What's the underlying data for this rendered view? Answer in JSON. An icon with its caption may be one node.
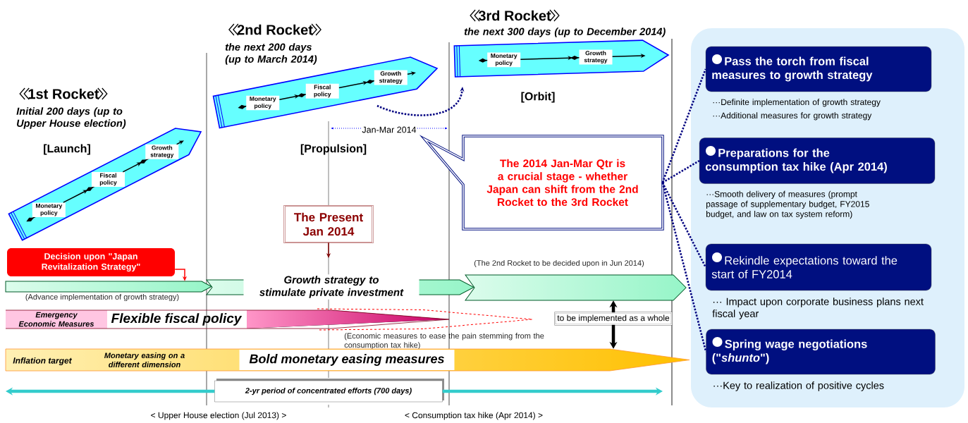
{
  "diagram": {
    "nodes": [
      {
        "text": [],
        "shape": "arrow"
      },
      {
        "text": [
          "Monetary policy"
        ],
        "in": 0
      },
      {
        "text": [
          "Fiscal policy"
        ],
        "in": 0
      },
      {
        "text": [
          "Growth strategy"
        ],
        "in": 0
      },
      {
        "text": [],
        "shape": "arrow"
      },
      {
        "text": [
          "Monetary policy"
        ],
        "in": 4
      },
      {
        "text": [
          "Fiscal policy"
        ],
        "in": 4
      },
      {
        "text": [
          "Growth strategy"
        ],
        "in": 4
      },
      {
        "text": [],
        "shape": "arrow"
      },
      {
        "text": [
          "Monetary policy"
        ],
        "in": 8
      },
      {
        "text": [
          "Growth strategy"
        ],
        "in": 8
      },
      {
        "text": [
          "The Present Jan 2014"
        ]
      },
      {
        "text": [
          "The 2014 Jan-Mar Qtr is a crucial stage - whether Japan can shift from the 2nd Rocket to the 3rd Rocket"
        ]
      },
      {
        "text": [
          "Decision upon \"Japan Revitalization Strategy\""
        ]
      },
      {
        "text": [],
        "shape": "arrow",
        "beside": [
          "(Advance implementation of growth strategy)"
        ]
      },
      {
        "text": [
          "Growth strategy to stimulate private investment"
        ]
      },
      {
        "text": [],
        "shape": "chevron",
        "beside": [
          "(The 2nd Rocket to be decided upon in Jun 2014)"
        ]
      },
      {
        "text": [
          "Emergency Economic Measures",
          "Flexible fiscal policy"
        ]
      },
      {
        "text": [],
        "shape": "triangle",
        "beside": [
          "(Economic measures to ease the pain stemming from the consumption tax hike)"
        ]
      },
      {
        "text": [
          "to be implemented as a whole"
        ]
      },
      {
        "text": [
          "Inflation target",
          "Monetary easing on a different dimension",
          "Bold monetary easing measures"
        ]
      },
      {
        "text": [
          "2-yr period of concentrated efforts (700 days)"
        ]
      },
      {
        "text": [],
        "shape": "box"
      },
      {
        "text": [
          "Pass the torch from fiscal measures to growth strategy"
        ],
        "in": 22,
        "beside": [
          "···Definite implementation of growth strategy",
          "···Additional measures for growth strategy"
        ]
      },
      {
        "text": [
          "Preparations for the consumption tax hike (Apr 2014)"
        ],
        "in": 22,
        "beside": [
          "···Smooth delivery of measures (prompt passage of supplementary budget, FY2015 budget, and law on tax system reform)"
        ]
      },
      {
        "text": [
          "Rekindle expectations toward the start of FY2014"
        ],
        "in": 22,
        "beside": [
          "··· Impact upon corporate business plans next fiscal year"
        ]
      },
      {
        "text": [
          "Spring wage negotiations (\"*shunto*\")"
        ],
        "in": 22,
        "beside": [
          "···Key to realization of positive cycles"
        ]
      }
    ],
    "edges": [
      {
        "from": 1,
        "to": 2,
        "arrow": "to"
      },
      {
        "from": 2,
        "to": 3,
        "arrow": "to"
      },
      {
        "from": 3,
        "to": null,
        "arrow": "to"
      },
      {
        "from": 5,
        "to": 6,
        "arrow": "to"
      },
      {
        "from": 6,
        "to": 7,
        "arrow": "to"
      },
      {
        "from": 7,
        "to": null,
        "arrow": "to"
      },
      {
        "from": 9,
        "to": 10,
        "arrow": "to"
      },
      {
        "from": 10,
        "to": null,
        "arrow": "to"
      },
      {
        "from": 4,
        "to": 8,
        "arrow": "to",
        "style": "dashed",
        "color": "#000080"
      },
      {
        "from": 11,
        "to": null,
        "arrow": "to",
        "color": "#800000"
      },
      {
        "from": 13,
        "to": 14,
        "arrow": "to",
        "color": "#ff0000"
      },
      {
        "from": 19,
        "to": 16,
        "arrow": "to",
        "style": "thick"
      },
      {
        "from": 19,
        "to": 20,
        "arrow": "to",
        "style": "thick"
      },
      {
        "from": 21,
        "to": null,
        "arrow": "to",
        "style": "thick",
        "color": "#33cccc"
      },
      {
        "from": 21,
        "to": null,
        "arrow": "to",
        "style": "thick",
        "color": "#33cccc"
      },
      {
        "from": 12,
        "to": 23,
        "arrow": "none",
        "style": "dashed",
        "color": "#000080"
      },
      {
        "from": 12,
        "to": 24,
        "arrow": "none",
        "style": "dashed",
        "color": "#000080"
      },
      {
        "from": 12,
        "to": 25,
        "arrow": "none",
        "style": "dashed",
        "color": "#000080"
      },
      {
        "from": 12,
        "to": 26,
        "arrow": "none",
        "style": "dashed",
        "color": "#000080"
      }
    ],
    "labels": [
      "1st Rocket",
      "Initial 200 days (up to Upper House election)",
      "[Launch]",
      "2nd Rocket",
      "the next 200 days (up to March 2014)",
      "3rd Rocket",
      "the next 300 days (up to December 2014)",
      "[Propulsion]",
      "Jan-Mar 2014",
      "[Orbit]",
      "< Upper House election (Jul 2013) >",
      "< Consumption tax hike (Apr 2014) >"
    ]
  }
}
